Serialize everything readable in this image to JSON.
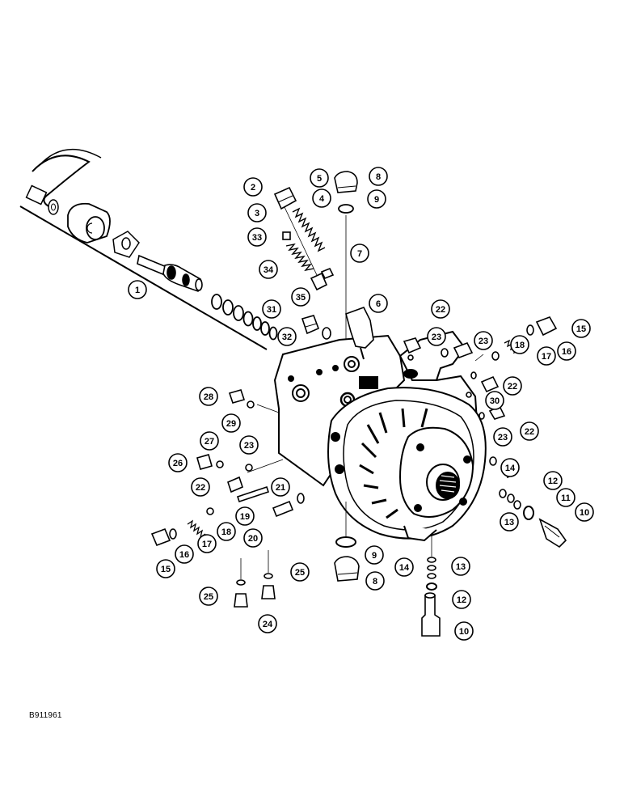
{
  "figure_id": "B911961",
  "callouts": [
    {
      "n": "1"
    },
    {
      "n": "2"
    },
    {
      "n": "3"
    },
    {
      "n": "4"
    },
    {
      "n": "5"
    },
    {
      "n": "6"
    },
    {
      "n": "7"
    },
    {
      "n": "8"
    },
    {
      "n": "9"
    },
    {
      "n": "10"
    },
    {
      "n": "11"
    },
    {
      "n": "12"
    },
    {
      "n": "13"
    },
    {
      "n": "14"
    },
    {
      "n": "15"
    },
    {
      "n": "16"
    },
    {
      "n": "17"
    },
    {
      "n": "18"
    },
    {
      "n": "19"
    },
    {
      "n": "20"
    },
    {
      "n": "21"
    },
    {
      "n": "22"
    },
    {
      "n": "23"
    },
    {
      "n": "24"
    },
    {
      "n": "25"
    },
    {
      "n": "26"
    },
    {
      "n": "27"
    },
    {
      "n": "28"
    },
    {
      "n": "29"
    },
    {
      "n": "30"
    },
    {
      "n": "31"
    },
    {
      "n": "32"
    },
    {
      "n": "33"
    },
    {
      "n": "34"
    },
    {
      "n": "35"
    },
    {
      "n": "8"
    },
    {
      "n": "9"
    },
    {
      "n": "10"
    },
    {
      "n": "12"
    },
    {
      "n": "13"
    },
    {
      "n": "14"
    },
    {
      "n": "15"
    },
    {
      "n": "16"
    },
    {
      "n": "17"
    },
    {
      "n": "18"
    },
    {
      "n": "22"
    },
    {
      "n": "22"
    },
    {
      "n": "22"
    },
    {
      "n": "23"
    },
    {
      "n": "23"
    },
    {
      "n": "23"
    },
    {
      "n": "25"
    }
  ]
}
